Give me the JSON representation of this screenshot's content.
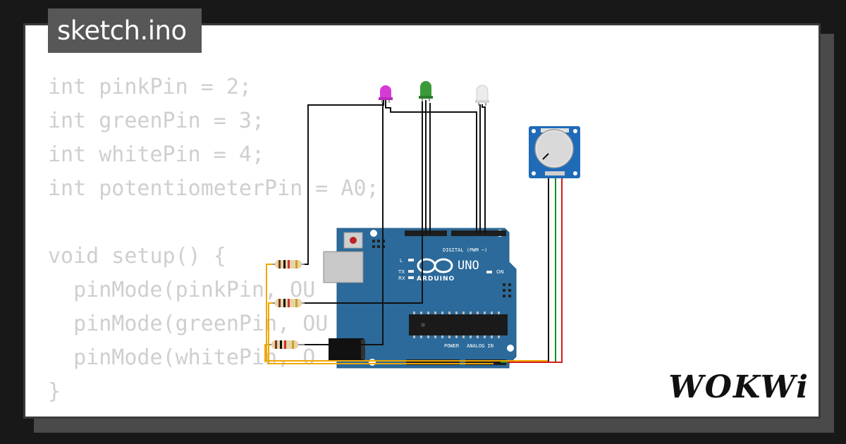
{
  "title": "sketch.ino",
  "code_lines": [
    "int pinkPin = 2;",
    "int greenPin = 3;",
    "int whitePin = 4;",
    "int potentiometerPin = A0;",
    "",
    "void setup() {",
    "  pinMode(pinkPin, OU",
    "  pinMode(greenPin, OU",
    "  pinMode(whitePin, O",
    "}"
  ],
  "board": {
    "model_label": "UNO",
    "brand_label": "ARDUINO",
    "digital_label": "DIGITAL (PWM ~)",
    "power_label": "POWER",
    "analog_label": "ANALOG IN",
    "on_label": "ON",
    "tx_label": "TX",
    "rx_label": "RX",
    "l_label": "L",
    "color": "#2b6a9a"
  },
  "leds": [
    {
      "name": "pink",
      "color": "#d63bd6"
    },
    {
      "name": "green",
      "color": "#3a9a3a"
    },
    {
      "name": "white",
      "color": "#e6e6e6"
    }
  ],
  "logo": "WOKWi"
}
